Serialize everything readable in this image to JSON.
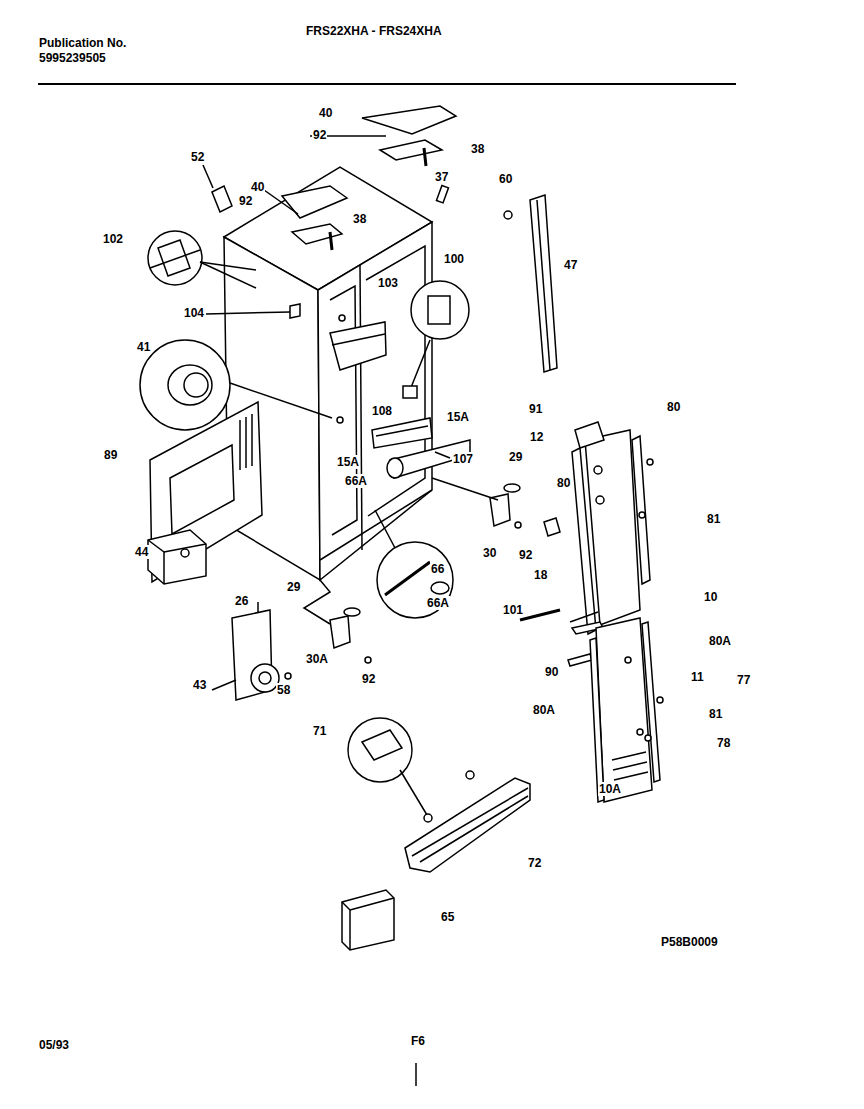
{
  "diagram": {
    "title": "FRS22XHA - FRS24XHA",
    "labels": [
      "Publication No.",
      "5995239505",
      "40",
      "92",
      "38",
      "40",
      "52",
      "92",
      "38",
      "37",
      "60",
      "47",
      "102",
      "100",
      "103",
      "104",
      "41",
      "91",
      "80",
      "12",
      "108",
      "15A",
      "89",
      "15A",
      "107",
      "29",
      "80",
      "66A",
      "81",
      "44",
      "30",
      "92",
      "18",
      "66",
      "66A",
      "26",
      "29",
      "10",
      "101",
      "30A",
      "92",
      "43",
      "58",
      "90",
      "80A",
      "11",
      "77",
      "80A",
      "81",
      "78",
      "10A",
      "71",
      "72",
      "65",
      "P58B0009",
      "05/93",
      "F6"
    ]
  }
}
